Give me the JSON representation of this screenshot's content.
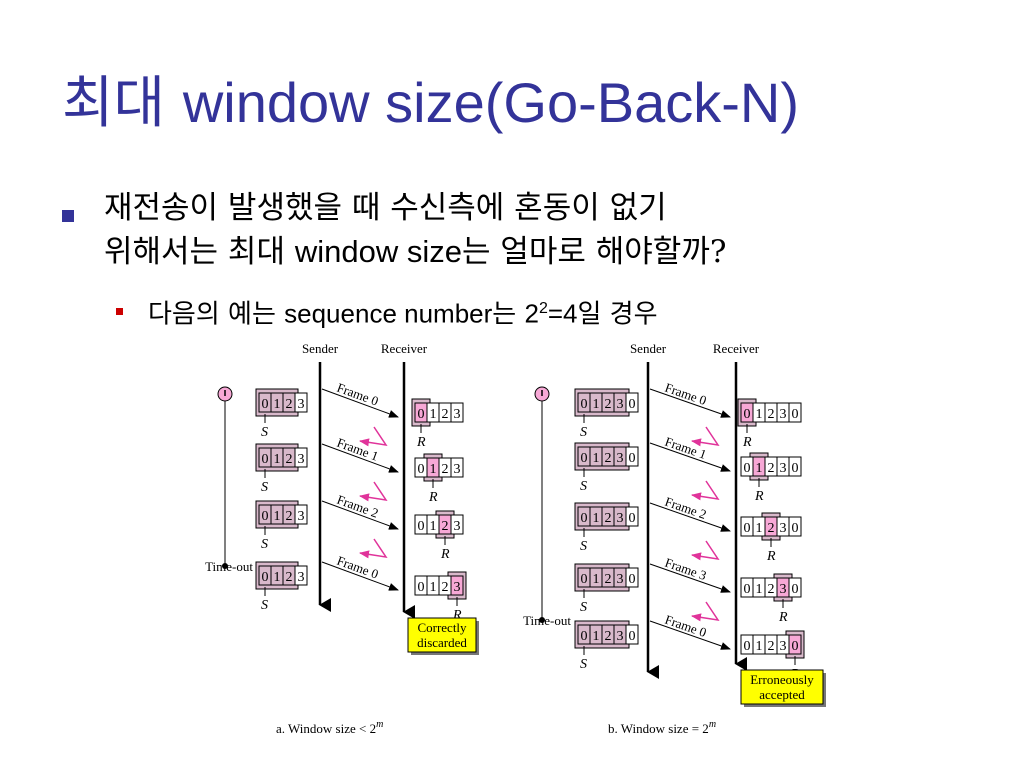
{
  "slide": {
    "title_kr": "최대",
    "title_en": "window size(Go-Back-N)",
    "bullet1": {
      "line1": "재전송이 발생했을 때 수신측에 혼동이 없기",
      "line2_a": "위해서는 최대",
      "line2_b": "window size",
      "line2_c": "는 얼마로 해야할까?"
    },
    "bullet2": {
      "a": "다음의 예는",
      "b": "sequence number",
      "c": "는",
      "base": "2",
      "exp": "2",
      "d": "=4",
      "e": "일 경우"
    }
  },
  "diagram_a": {
    "sender": "Sender",
    "receiver": "Receiver",
    "frames": [
      "Frame 0",
      "Frame 1",
      "Frame 2",
      "Frame 0"
    ],
    "sender_window": [
      "0",
      "1",
      "2",
      "3"
    ],
    "receiver_window": [
      "0",
      "1",
      "2",
      "3"
    ],
    "s": "S",
    "r": "R",
    "timeout": "Time-out",
    "note1": "Correctly",
    "note2": "discarded",
    "caption_a": "a. Window size < 2",
    "caption_b": "m"
  },
  "diagram_b": {
    "sender": "Sender",
    "receiver": "Receiver",
    "frames": [
      "Frame 0",
      "Frame 1",
      "Frame 2",
      "Frame 3",
      "Frame 0"
    ],
    "sender_window": [
      "0",
      "1",
      "2",
      "3",
      "0"
    ],
    "receiver_window": [
      "0",
      "1",
      "2",
      "3",
      "0"
    ],
    "s": "S",
    "r": "R",
    "timeout": "Time-out",
    "note1": "Erroneously",
    "note2": "accepted",
    "caption_a": "b. Window size = 2",
    "caption_b": "m"
  },
  "colors": {
    "title": "#333399",
    "bullet1": "#333399",
    "bullet2": "#cc0000",
    "highlight": "#f7a8d6",
    "window_fill": "#d9b9cb",
    "note_fill": "#ffff00",
    "error_arrow": "#e0339a"
  }
}
